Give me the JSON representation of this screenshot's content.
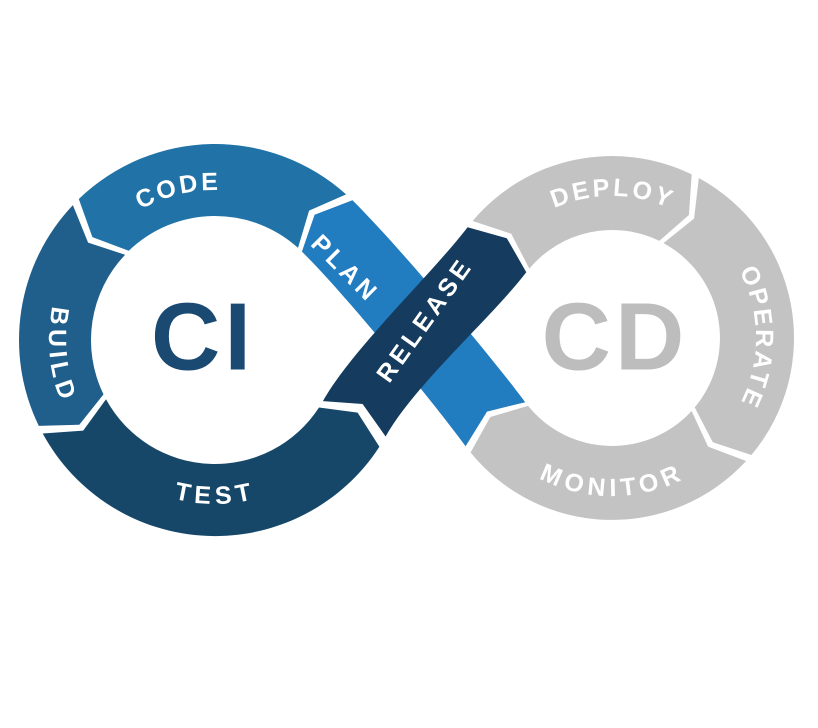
{
  "diagram": {
    "type": "cicd-infinity-loop",
    "left_loop": {
      "title": "CI",
      "segments": [
        {
          "id": "code",
          "label": "CODE"
        },
        {
          "id": "build",
          "label": "BUILD"
        },
        {
          "id": "test",
          "label": "TEST"
        }
      ]
    },
    "right_loop": {
      "title": "CD",
      "segments": [
        {
          "id": "deploy",
          "label": "DEPLOY"
        },
        {
          "id": "operate",
          "label": "OPERATE"
        },
        {
          "id": "monitor",
          "label": "MONITOR"
        }
      ]
    },
    "cross_ribbons": [
      {
        "id": "plan",
        "label": "PLAN"
      },
      {
        "id": "release",
        "label": "RELEASE"
      }
    ],
    "colors": {
      "code": "#2173A7",
      "build": "#205E8C",
      "test": "#164768",
      "plan": "#217CC0",
      "release": "#153C5E",
      "gray_arc": "#C3C3C4",
      "ci_text": "#1A4971",
      "cd_text": "#BDBDBE",
      "label_text": "#FFFFFF",
      "background": "#FFFFFF"
    }
  }
}
